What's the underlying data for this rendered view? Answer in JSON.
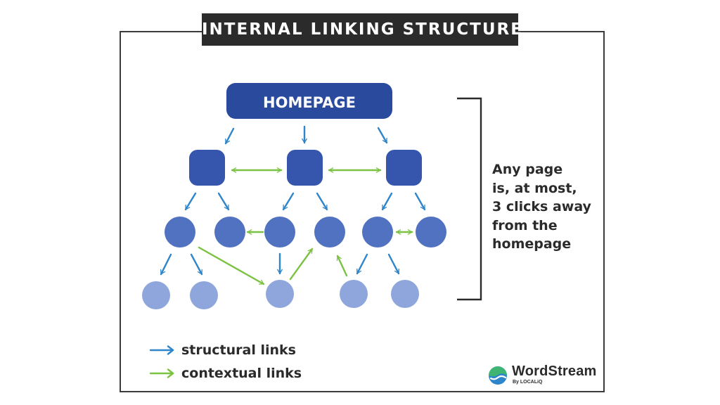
{
  "title": "INTERNAL LINKING STRUCTURE",
  "root": {
    "label": "HOMEPAGE"
  },
  "note": [
    "Any page",
    "is, at most,",
    "3 clicks away",
    "from the",
    "homepage"
  ],
  "legend": {
    "structural": "structural links",
    "contextual": "contextual links"
  },
  "brand": {
    "name": "WordStream",
    "sub": "By LOCALiQ"
  },
  "colors": {
    "root": "#2a4a9e",
    "level1": "#3556ac",
    "level2": "#5172c0",
    "level3": "#8ea6dc",
    "structural": "#2f85c9",
    "contextual": "#7cc242",
    "title_bg": "#2b2b2b"
  }
}
